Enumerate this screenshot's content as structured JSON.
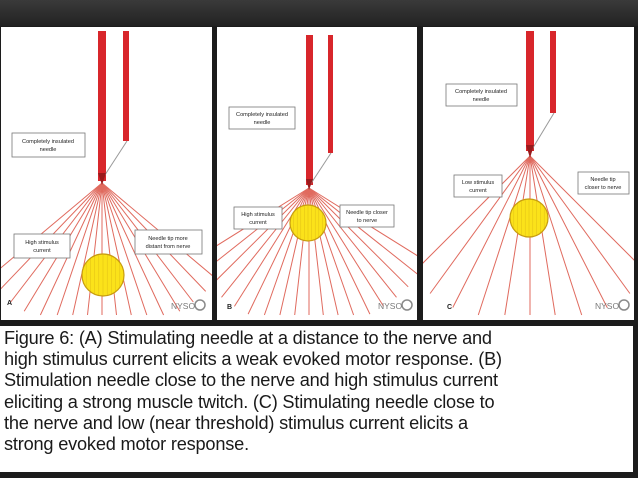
{
  "colors": {
    "needle": "#d8262b",
    "needle_tip": "#9a1a1c",
    "rays": "#e06a5e",
    "nerve_fill": "#fbe21a",
    "nerve_stroke": "#c79c10",
    "background": "#1c1c1c"
  },
  "panels": [
    {
      "letter": "A",
      "needle_label": [
        "Completely insulated",
        "needle"
      ],
      "current_label": [
        "High stimulus",
        "current"
      ],
      "tip_label": [
        "Needle tip more",
        "distant from nerve"
      ],
      "logo_text": "NYSO"
    },
    {
      "letter": "B",
      "needle_label": [
        "Completely insulated",
        "needle"
      ],
      "current_label": [
        "High stimulus",
        "current"
      ],
      "tip_label": [
        "Needle tip closer",
        "to nerve"
      ],
      "logo_text": "NYSO"
    },
    {
      "letter": "C",
      "needle_label": [
        "Completely insulated",
        "needle"
      ],
      "current_label": [
        "Low stimulus",
        "current"
      ],
      "tip_label": [
        "Needle tip",
        "closer to nerve"
      ],
      "logo_text": "NYSO"
    }
  ],
  "caption": {
    "lines": [
      "Figure 6: (A) Stimulating needle at a distance to the nerve and",
      "high stimulus current elicits a weak evoked motor response. (B)",
      "Stimulation needle close to the nerve and high stimulus current",
      "eliciting a strong muscle twitch. (C) Stimulating needle close to",
      "the nerve and low (near threshold) stimulus current elicits a",
      "strong evoked motor response."
    ]
  }
}
